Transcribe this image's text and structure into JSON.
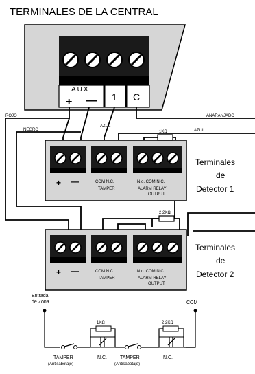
{
  "title": "TERMINALES DE LA CENTRAL",
  "central": {
    "aux_label": "AUX",
    "plus": "+",
    "minus": "—",
    "one": "1",
    "c": "C"
  },
  "wires": {
    "rojo": "ROJO",
    "negro": "NEGRO",
    "azul_left": "AZUL",
    "azul_right": "AZUL",
    "anaranjado": "ANARANJADO"
  },
  "detector1": {
    "resistor": "1KΩ",
    "plus": "+",
    "minus": "—",
    "com_nc": "COM  N.C.",
    "tamper": "TAMPER",
    "no_com_nc": "N.o. COM  N.C.",
    "alarm_relay": "ALARM RELAY",
    "output": "OUTPUT",
    "label_line1": "Terminales",
    "label_line2": "de",
    "label_line3": "Detector 1"
  },
  "detector2": {
    "resistor": "2.2KΩ",
    "plus": "+",
    "minus": "—",
    "com_nc": "COM  N.C.",
    "tamper": "TAMPER",
    "no_com_nc": "N.o. COM  N.C.",
    "alarm_relay": "ALARM RELAY",
    "output": "OUTPUT",
    "label_line1": "Terminales",
    "label_line2": "de",
    "label_line3": "Detector 2"
  },
  "schematic": {
    "entrada_line1": "Entrada",
    "entrada_line2": "de Zona",
    "com": "COM",
    "resistor1": "1KΩ",
    "resistor2": "2.2KΩ",
    "tamper1": "TAMPER",
    "antisabotaje1": "(Antisabotaje)",
    "nc1": "N.C.",
    "tamper2": "TAMPER",
    "antisabotaje2": "(Antisabotaje)",
    "nc2": "N.C."
  }
}
